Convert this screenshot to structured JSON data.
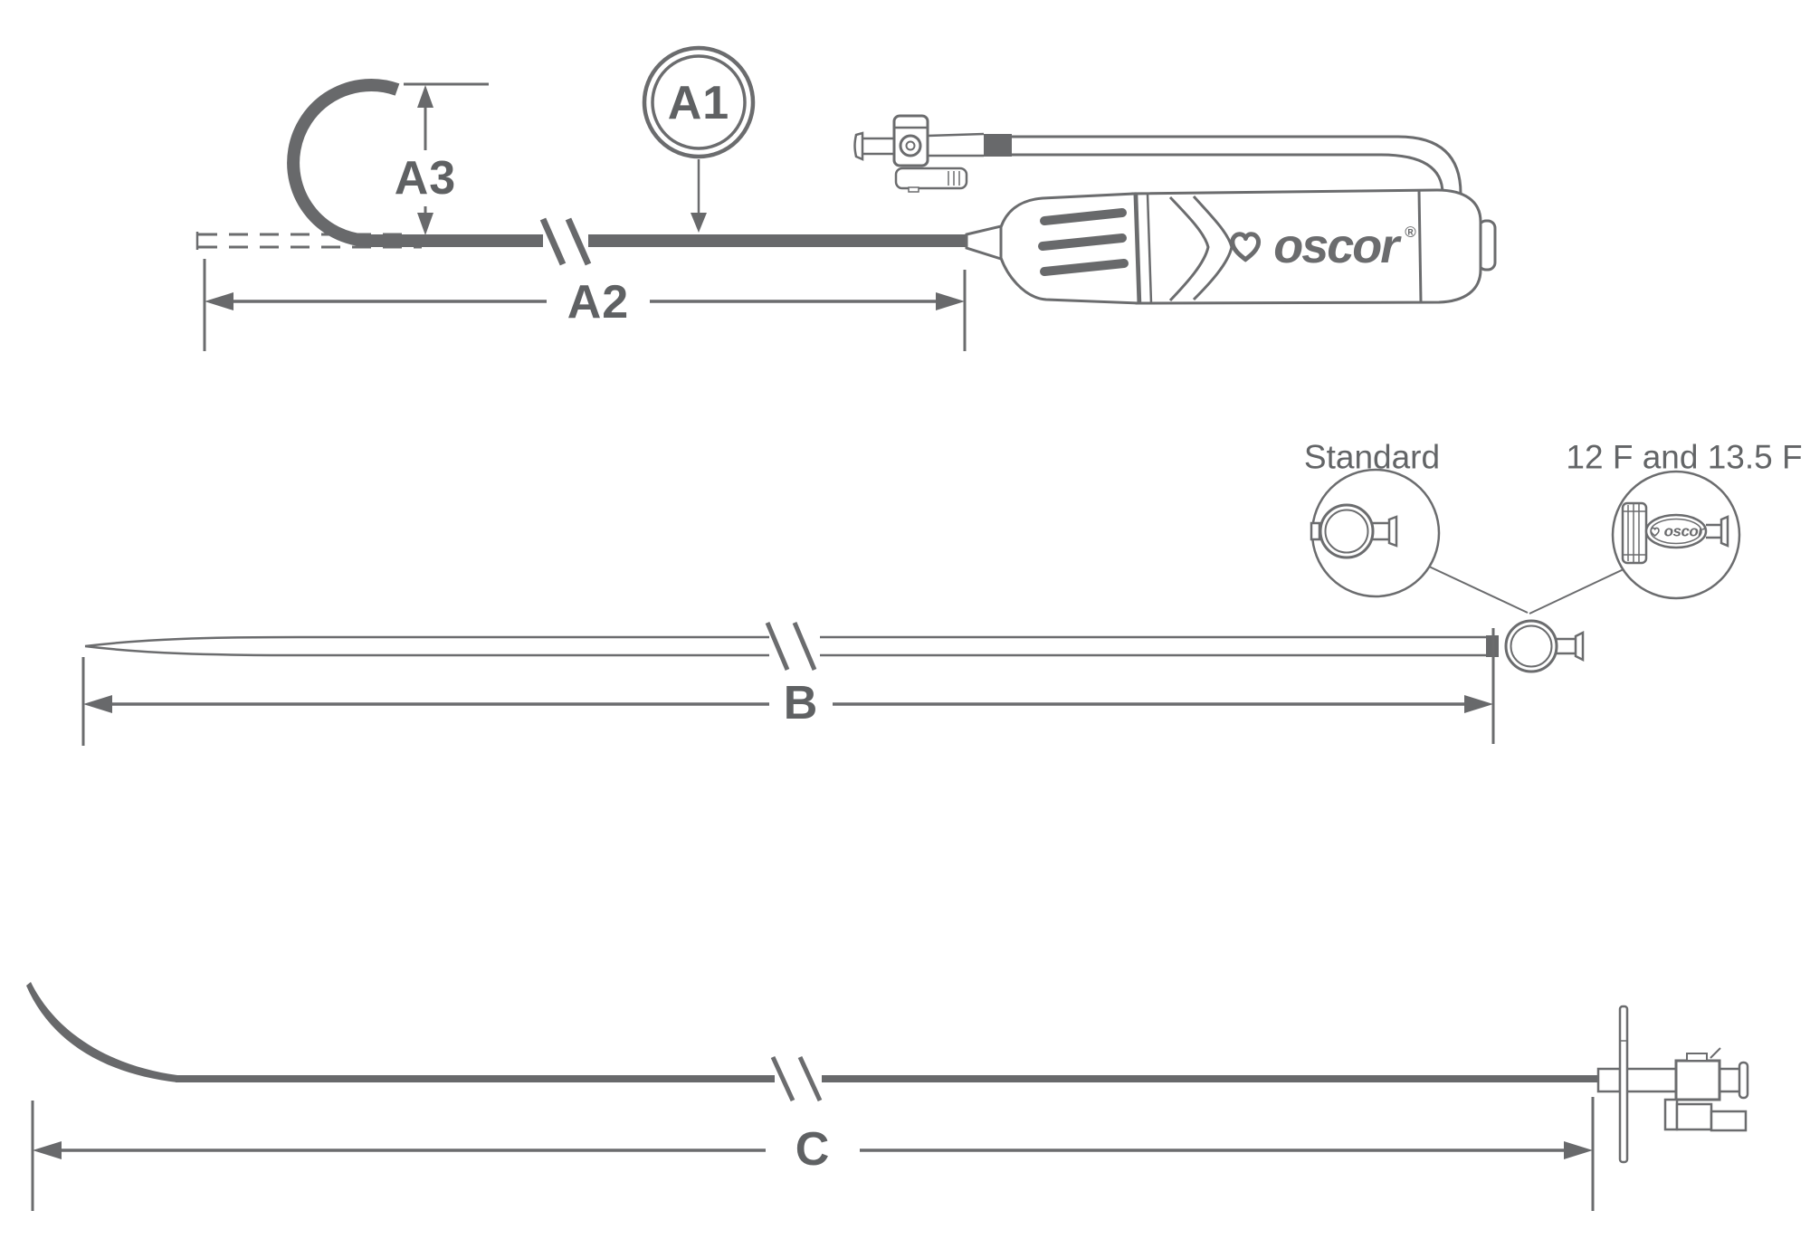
{
  "colors": {
    "background": "#ffffff",
    "line_gray": "#6b6c6e",
    "dark_gray": "#68696b",
    "text_gray": "#5f6163"
  },
  "top_figure": {
    "shaft_callout": "A1",
    "usable_length_label": "A2",
    "curve_height_label": "A3",
    "brand": "oscor",
    "brand_mark": "®"
  },
  "middle_figure": {
    "length_label": "B",
    "left_callout_label": "Standard",
    "right_callout_label": "12 F and 13.5 F",
    "hub_brand": "oscor"
  },
  "bottom_figure": {
    "length_label": "C"
  }
}
